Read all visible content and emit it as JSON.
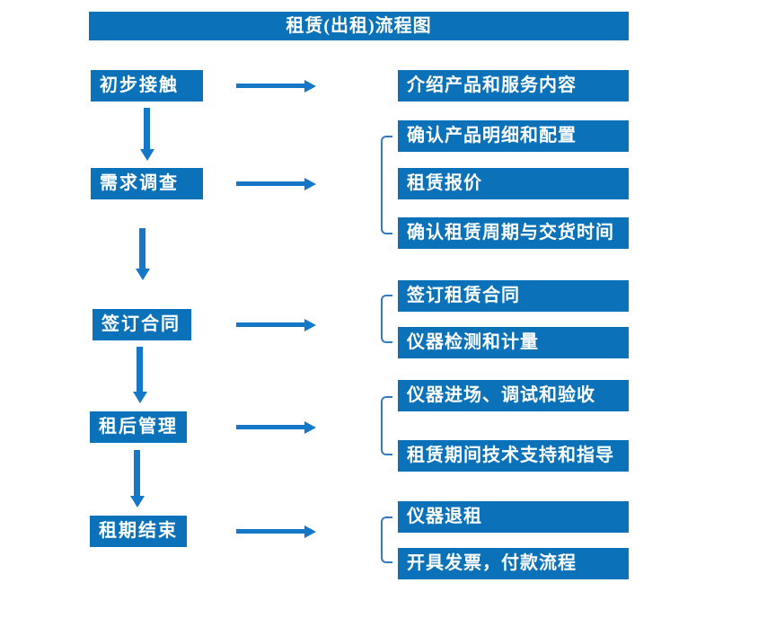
{
  "title": "租赁(出租)流程图",
  "colors": {
    "primary_blue": "#0b72ba",
    "arrow_blue": "#1577c8",
    "bracket_blue": "#3579be",
    "text_white": "#ffffff",
    "background": "#ffffff"
  },
  "left_steps": [
    {
      "id": "initial-contact",
      "label": "初步接触"
    },
    {
      "id": "demand-survey",
      "label": "需求调查"
    },
    {
      "id": "sign-contract",
      "label": "签订合同"
    },
    {
      "id": "post-rental-management",
      "label": "租后管理"
    },
    {
      "id": "rental-end",
      "label": "租期结束"
    }
  ],
  "right_items": [
    {
      "id": "introduce-products-services",
      "label": "介绍产品和服务内容"
    },
    {
      "id": "confirm-product-details",
      "label": "确认产品明细和配置"
    },
    {
      "id": "rental-quotation",
      "label": "租赁报价"
    },
    {
      "id": "confirm-rental-period-delivery",
      "label": "确认租赁周期与交货时间"
    },
    {
      "id": "sign-rental-contract",
      "label": "签订租赁合同"
    },
    {
      "id": "instrument-testing-metering",
      "label": "仪器检测和计量"
    },
    {
      "id": "instrument-entry-debug-acceptance",
      "label": "仪器进场、调试和验收"
    },
    {
      "id": "rental-technical-support",
      "label": "租赁期间技术支持和指导"
    },
    {
      "id": "instrument-return",
      "label": "仪器退租"
    },
    {
      "id": "invoice-payment-process",
      "label": "开具发票，付款流程"
    }
  ]
}
